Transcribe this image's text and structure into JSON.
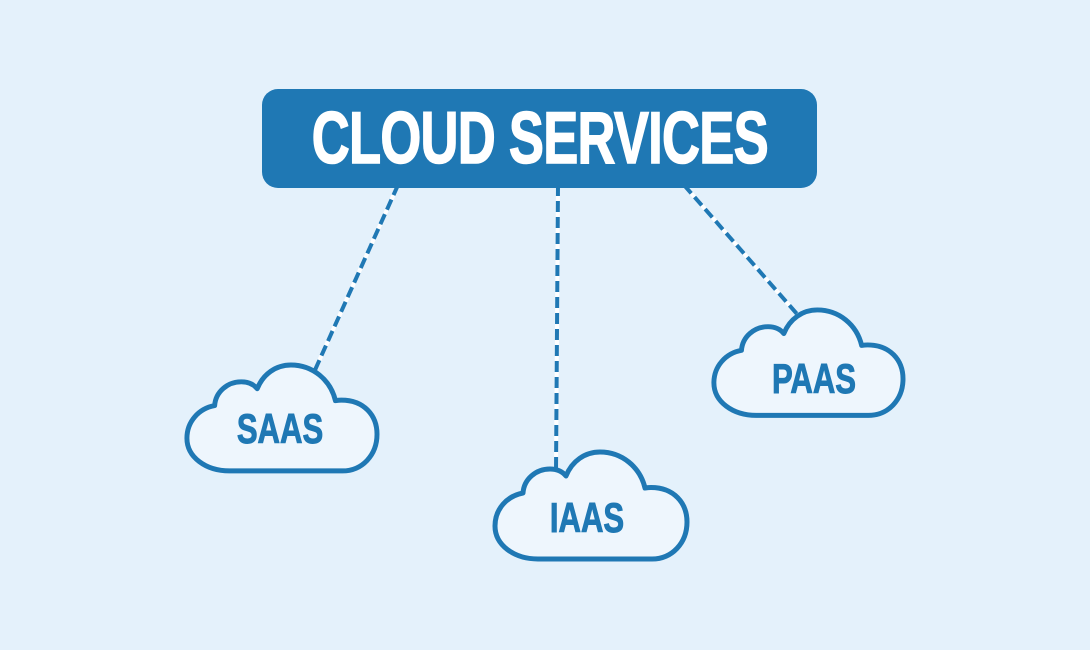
{
  "title": "CLOUD SERVICES",
  "nodes": [
    {
      "id": "saas",
      "label": "SAAS"
    },
    {
      "id": "iaas",
      "label": "IAAS"
    },
    {
      "id": "paas",
      "label": "PAAS"
    }
  ],
  "icons": {
    "node_shape": "cloud-icon",
    "connector_style": "dashed-line"
  },
  "colors": {
    "background": "#e4f1fb",
    "primary": "#1f78b4",
    "cloud_fill": "#eef6fd",
    "title_text": "#ffffff",
    "connector_gap": "#ffffff"
  }
}
